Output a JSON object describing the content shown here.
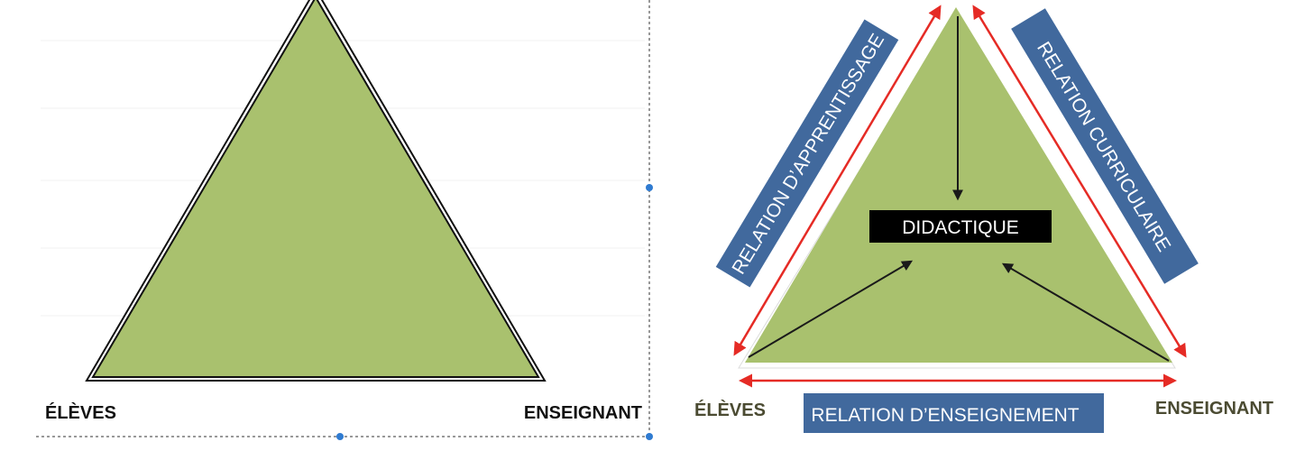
{
  "left_diagram": {
    "label_left": "ÉLÈVES",
    "label_right": "ENSEIGNANT"
  },
  "right_diagram": {
    "center_label": "DIDACTIQUE",
    "left_side_label": "RELATION D’APPRENTISSAGE",
    "right_side_label": "RELATION CURRICULAIRE",
    "bottom_label": "RELATION D’ENSEIGNEMENT",
    "label_left": "ÉLÈVES",
    "label_right": "ENSEIGNANT"
  },
  "colors": {
    "triangle_fill": "#a9c16e",
    "relation_box": "#41699d",
    "arrow_red": "#e52b25",
    "didactique_box": "#000000",
    "corner_label_dark": "#4b4b32",
    "handle_blue": "#2f7bd1"
  }
}
